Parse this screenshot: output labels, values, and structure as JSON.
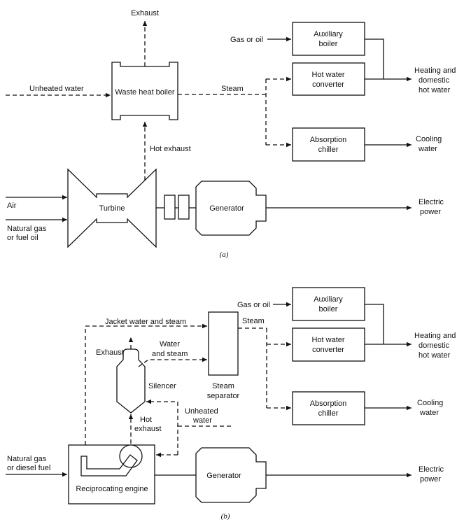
{
  "diagram_a": {
    "caption": "(a)",
    "exhaust": "Exhaust",
    "unheated_water": "Unheated water",
    "waste_heat_boiler": "Waste heat boiler",
    "steam": "Steam",
    "gas_or_oil": "Gas or oil",
    "aux_boiler_1": "Auxiliary",
    "aux_boiler_2": "boiler",
    "hot_water_conv_1": "Hot water",
    "hot_water_conv_2": "converter",
    "absorption_1": "Absorption",
    "absorption_2": "chiller",
    "heating_1": "Heating and",
    "heating_2": "domestic",
    "heating_3": "hot water",
    "cooling_1": "Cooling",
    "cooling_2": "water",
    "hot_exhaust": "Hot exhaust",
    "air": "Air",
    "turbine": "Turbine",
    "fuel_1": "Natural gas",
    "fuel_2": "or fuel oil",
    "generator": "Generator",
    "electric_1": "Electric",
    "electric_2": "power"
  },
  "diagram_b": {
    "caption": "(b)",
    "gas_or_oil": "Gas or oil",
    "aux_boiler_1": "Auxiliary",
    "aux_boiler_2": "boiler",
    "jacket": "Jacket water and steam",
    "steam": "Steam",
    "exhaust": "Exhaust",
    "water_steam_1": "Water",
    "water_steam_2": "and steam",
    "hot_water_conv_1": "Hot water",
    "hot_water_conv_2": "converter",
    "heating_1": "Heating and",
    "heating_2": "domestic",
    "heating_3": "hot water",
    "silencer": "Silencer",
    "separator_1": "Steam",
    "separator_2": "separator",
    "absorption_1": "Absorption",
    "absorption_2": "chiller",
    "cooling_1": "Cooling",
    "cooling_2": "water",
    "hot_exhaust_1": "Hot",
    "hot_exhaust_2": "exhaust",
    "unheated_1": "Unheated",
    "unheated_2": "water",
    "fuel_1": "Natural gas",
    "fuel_2": "or diesel fuel",
    "engine": "Reciprocating engine",
    "generator": "Generator",
    "electric_1": "Electric",
    "electric_2": "power"
  }
}
